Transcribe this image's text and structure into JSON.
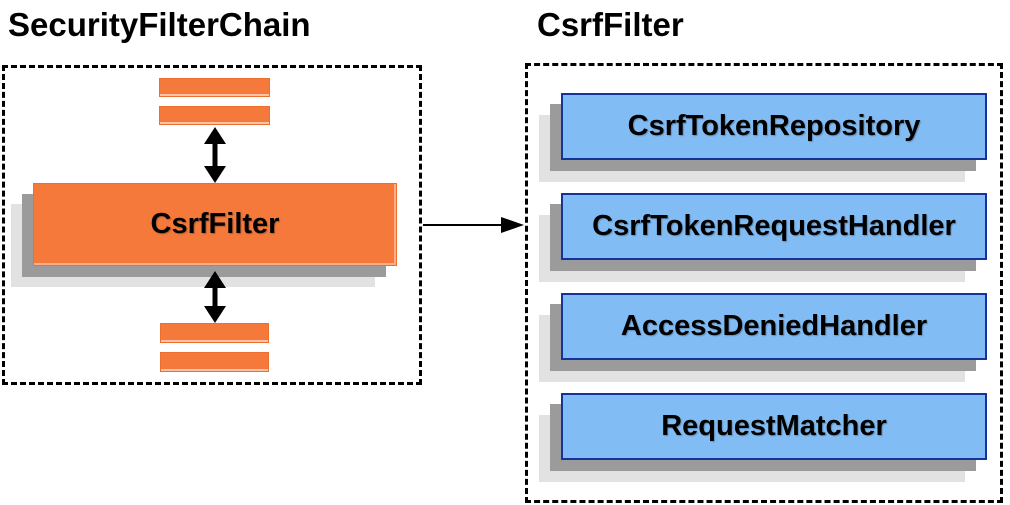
{
  "colors": {
    "orange": "#F4793B",
    "blue-fill": "#82BCF4",
    "blue-border": "#14339B",
    "shadow-dark": "#9B9B9B",
    "shadow-light": "#E2E2E2",
    "arrow": "#000000",
    "dash": "#000000"
  },
  "left_panel": {
    "title": "SecurityFilterChain",
    "filter_box_label": "CsrfFilter"
  },
  "right_panel": {
    "title": "CsrfFilter",
    "components": [
      {
        "label": "CsrfTokenRepository"
      },
      {
        "label": "CsrfTokenRequestHandler"
      },
      {
        "label": "AccessDeniedHandler"
      },
      {
        "label": "RequestMatcher"
      }
    ]
  }
}
